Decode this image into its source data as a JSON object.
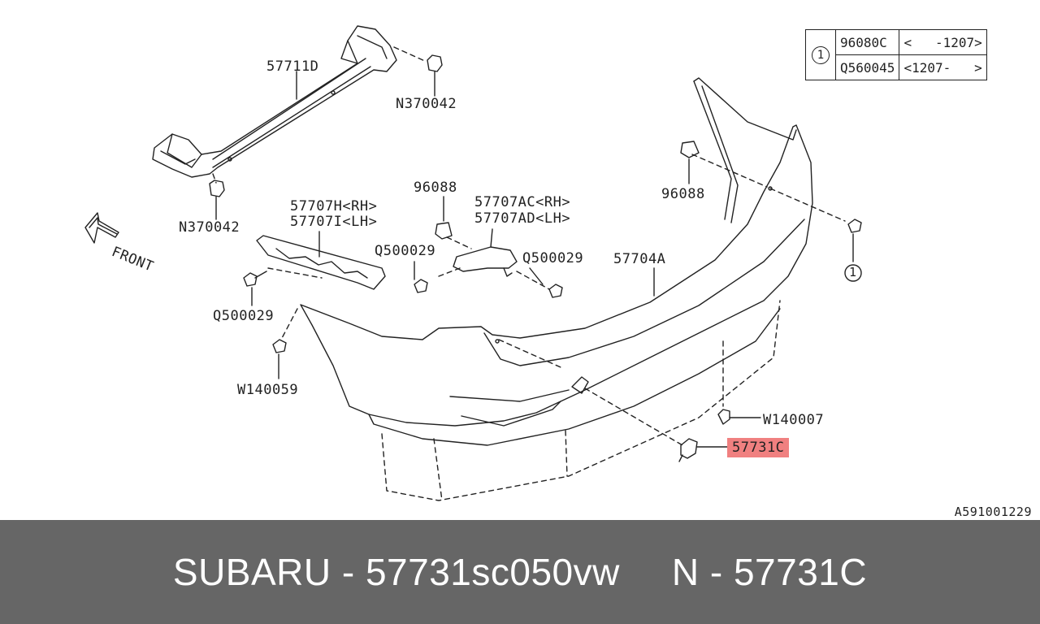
{
  "diagram": {
    "labels": {
      "l57711D": "57711D",
      "lN370042a": "N370042",
      "lN370042b": "N370042",
      "l57707HRH": "57707H<RH>",
      "l57707ILH": "57707I<LH>",
      "l96088a": "96088",
      "l57707ACRH": "57707AC<RH>",
      "l57707ADLH": "57707AD<LH>",
      "l96088b": "96088",
      "lQ500029a": "Q500029",
      "lQ500029b": "Q500029",
      "lQ500029c": "Q500029",
      "l57704A": "57704A",
      "lW140059": "W140059",
      "lW140007": "W140007",
      "l57731C": "57731C",
      "callout1": "1",
      "front": "FRONT"
    },
    "reference_table": {
      "callout": "1",
      "rows": [
        {
          "part": "96080C",
          "range": "<   -1207>"
        },
        {
          "part": "Q560045",
          "range": "<1207-   >"
        }
      ]
    },
    "highlight_color": "#f08080",
    "diagram_code": "A591001229"
  },
  "footer": {
    "brand_part": "SUBARU - 57731sc050vw",
    "oem_part": "N - 57731C",
    "background": "#666666"
  }
}
